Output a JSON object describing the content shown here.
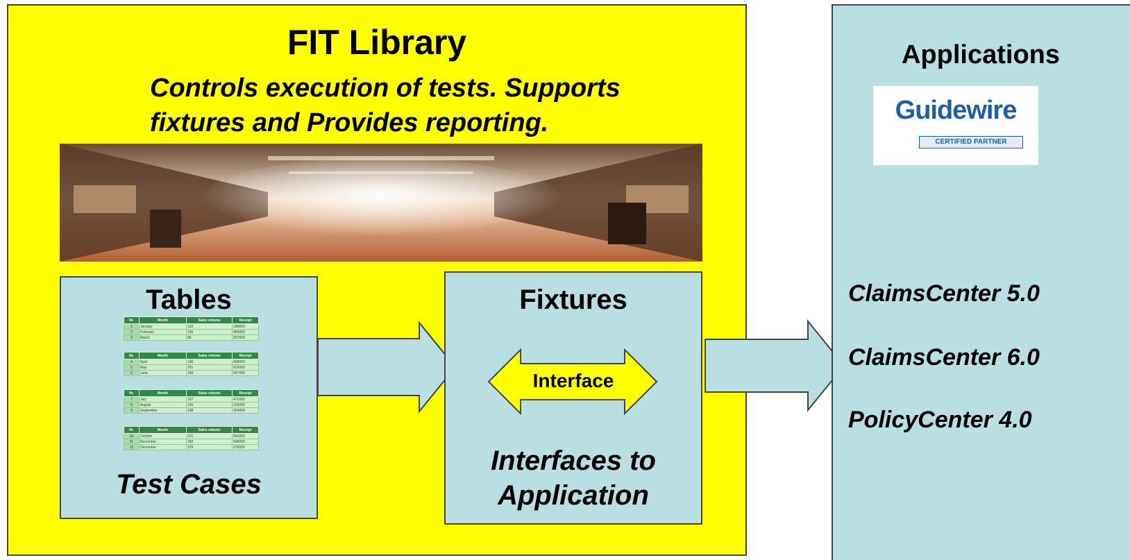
{
  "library": {
    "title": "FIT Library",
    "subtitle_line1": "Controls execution of tests. Supports",
    "subtitle_line2": "fixtures and Provides reporting."
  },
  "tables": {
    "title": "Tables",
    "caption": "Test Cases",
    "headers": [
      "Nr.",
      "Month",
      "Sales volume",
      "Receipt"
    ],
    "groups": [
      [
        [
          "1",
          "January",
          "132",
          "180000"
        ],
        [
          "2",
          "February",
          "155",
          "465000"
        ],
        [
          "3",
          "March",
          "89",
          "267000"
        ]
      ],
      [
        [
          "4",
          "April",
          "136",
          "408000"
        ],
        [
          "5",
          "May",
          "201",
          "603000"
        ],
        [
          "6",
          "June",
          "189",
          "567000"
        ]
      ],
      [
        [
          "7",
          "July",
          "157",
          "471000"
        ],
        [
          "8",
          "August",
          "105",
          "315000"
        ],
        [
          "9",
          "September",
          "108",
          "324000"
        ]
      ],
      [
        [
          "10",
          "October",
          "221",
          "663000"
        ],
        [
          "11",
          "November",
          "182",
          "546000"
        ],
        [
          "12",
          "December",
          "125",
          "375000"
        ]
      ]
    ]
  },
  "fixtures": {
    "title": "Fixtures",
    "interface_label": "Interface",
    "caption_line1": "Interfaces to",
    "caption_line2": "Application"
  },
  "applications": {
    "title": "Applications",
    "logo_text": "Guidewire",
    "logo_badge": "CERTIFIED PARTNER",
    "items": [
      "ClaimsCenter 5.0",
      "ClaimsCenter 6.0",
      "PolicyCenter 4.0"
    ]
  },
  "colors": {
    "library_fill": "#ffff00",
    "box_fill": "#b9dfe3",
    "logo_blue": "#1c5ea8"
  }
}
